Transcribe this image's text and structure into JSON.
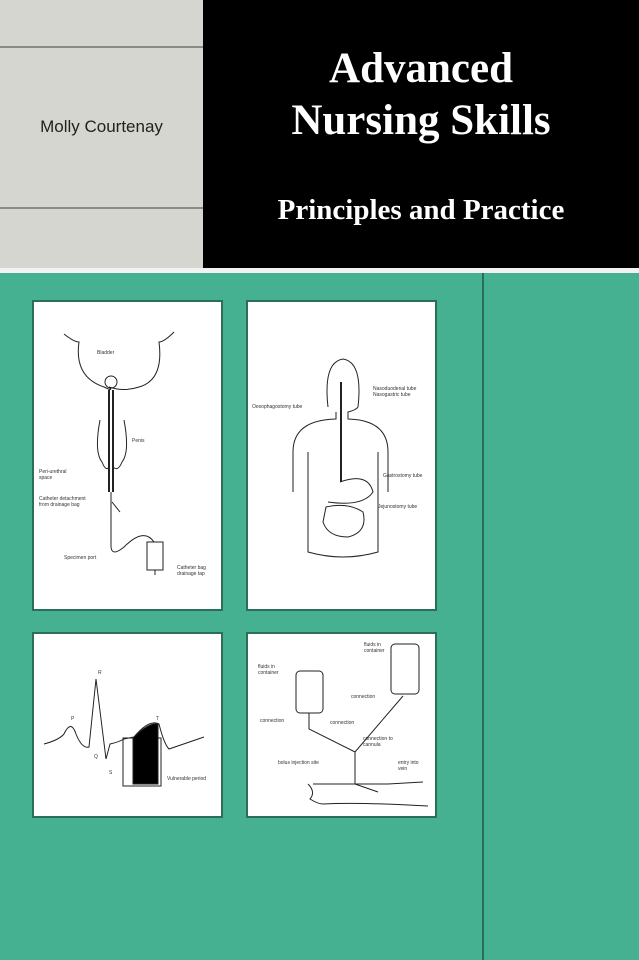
{
  "cover": {
    "author": "Molly Courtenay",
    "title_line1": "Advanced",
    "title_line2": "Nursing Skills",
    "subtitle": "Principles and Practice"
  },
  "colors": {
    "background_green": "#46b190",
    "title_block": "#000000",
    "author_block": "#d6d6d1"
  },
  "illustrations": {
    "catheter": {
      "bladder": "Bladder",
      "penis": "Penis",
      "peri_urethral": "Peri-urethral space",
      "detachment": "Catheter detachment from drainage bag",
      "specimen_port": "Specimen port",
      "bag_tap": "Catheter bag drainage tap"
    },
    "feeding_tubes": {
      "nasal": "Nasoduodenal tube Nasogastric tube",
      "oesophagostomy": "Oesophagostomy tube",
      "gastrostomy": "Gastrostomy tube",
      "jejunostomy": "Jejunostomy tube"
    },
    "ecg": {
      "p": "P",
      "r": "R",
      "q": "Q",
      "s": "S",
      "t": "T",
      "period": "Vulnerable period"
    },
    "infusion": {
      "fluids1": "fluids in container",
      "fluids2": "fluids in container",
      "connection1": "connection",
      "connection2": "connection",
      "connection3": "connection",
      "cannula": "connection to cannula",
      "bolus": "bolus injection site",
      "vein": "entry into vein"
    }
  }
}
